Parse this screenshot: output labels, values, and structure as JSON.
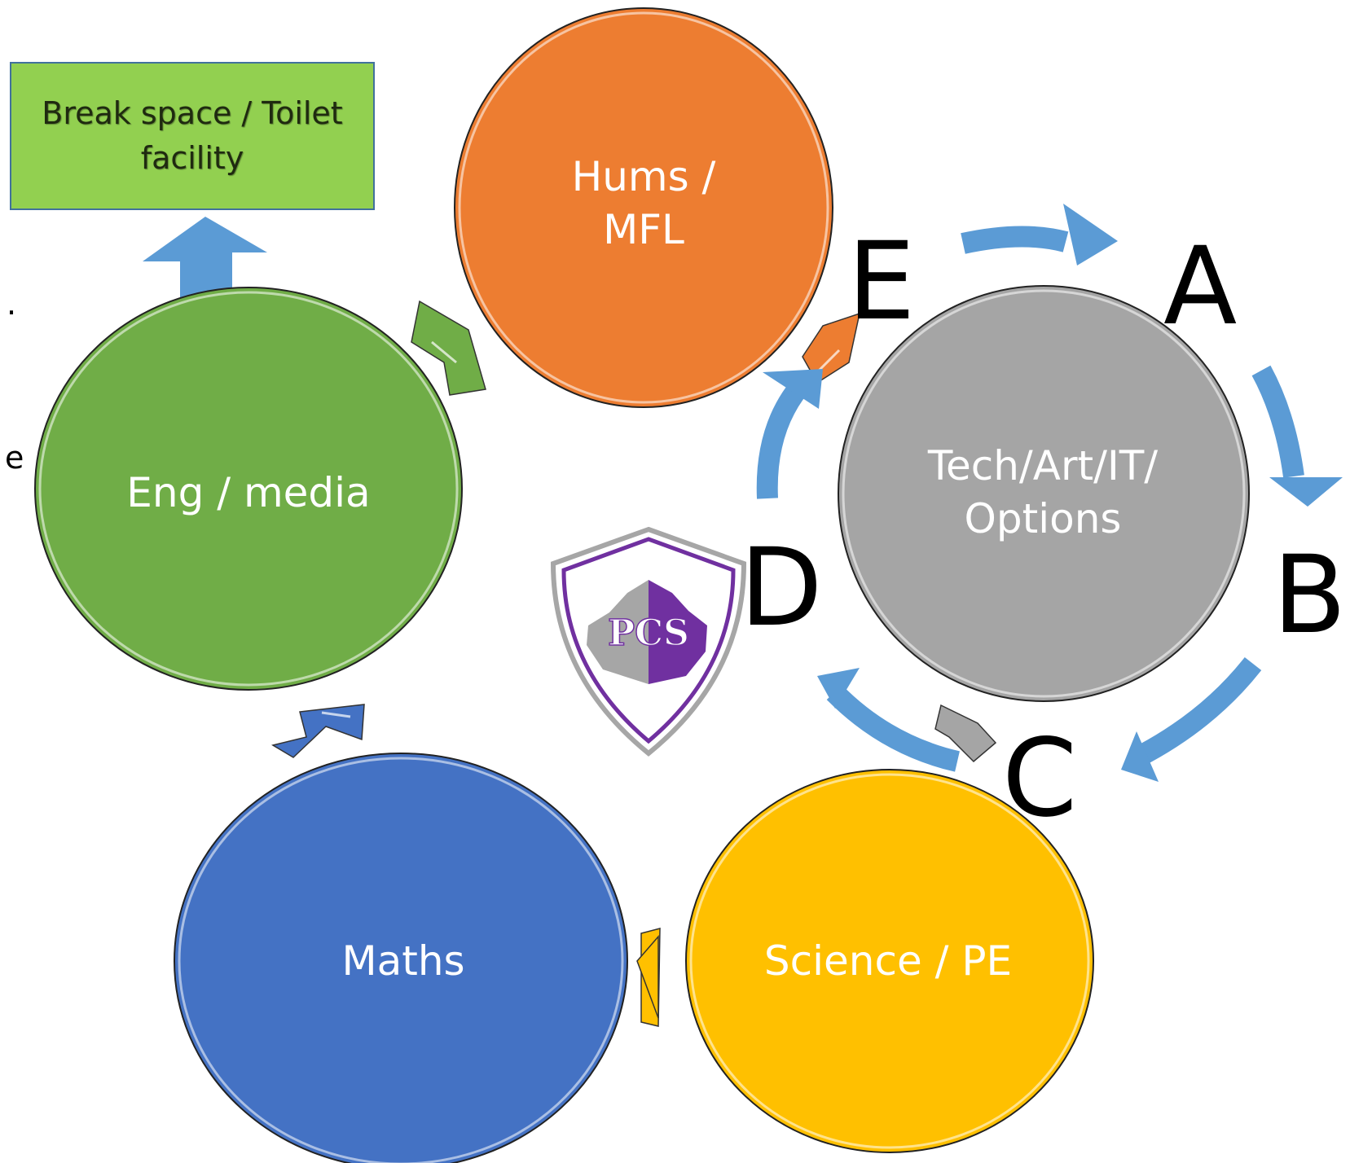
{
  "break_box": {
    "label": "Break space / Toilet facility"
  },
  "nodes": [
    {
      "id": "hums",
      "label": "Hums /\nMFL",
      "color": "#ed7d31"
    },
    {
      "id": "eng",
      "label": "Eng / media",
      "color": "#70ad47"
    },
    {
      "id": "tech",
      "label": "Tech/Art/IT/\nOptions",
      "color": "#a5a5a5"
    },
    {
      "id": "maths",
      "label": "Maths",
      "color": "#4472c4"
    },
    {
      "id": "science",
      "label": "Science / PE",
      "color": "#ffc000"
    }
  ],
  "cycle_letters": [
    "A",
    "B",
    "C",
    "D",
    "E"
  ],
  "logo": {
    "text": "PCS",
    "colors": {
      "purple": "#7030a0",
      "grey": "#a6a6a6"
    }
  },
  "edge_fragments": [
    ".",
    "e"
  ],
  "colors": {
    "arrow_blue": "#5b9bd5",
    "box_green": "#92d050"
  },
  "icons": [
    "shield-logo-icon",
    "up-arrow-icon",
    "right-arrow-icon",
    "curved-arrow-icon"
  ]
}
